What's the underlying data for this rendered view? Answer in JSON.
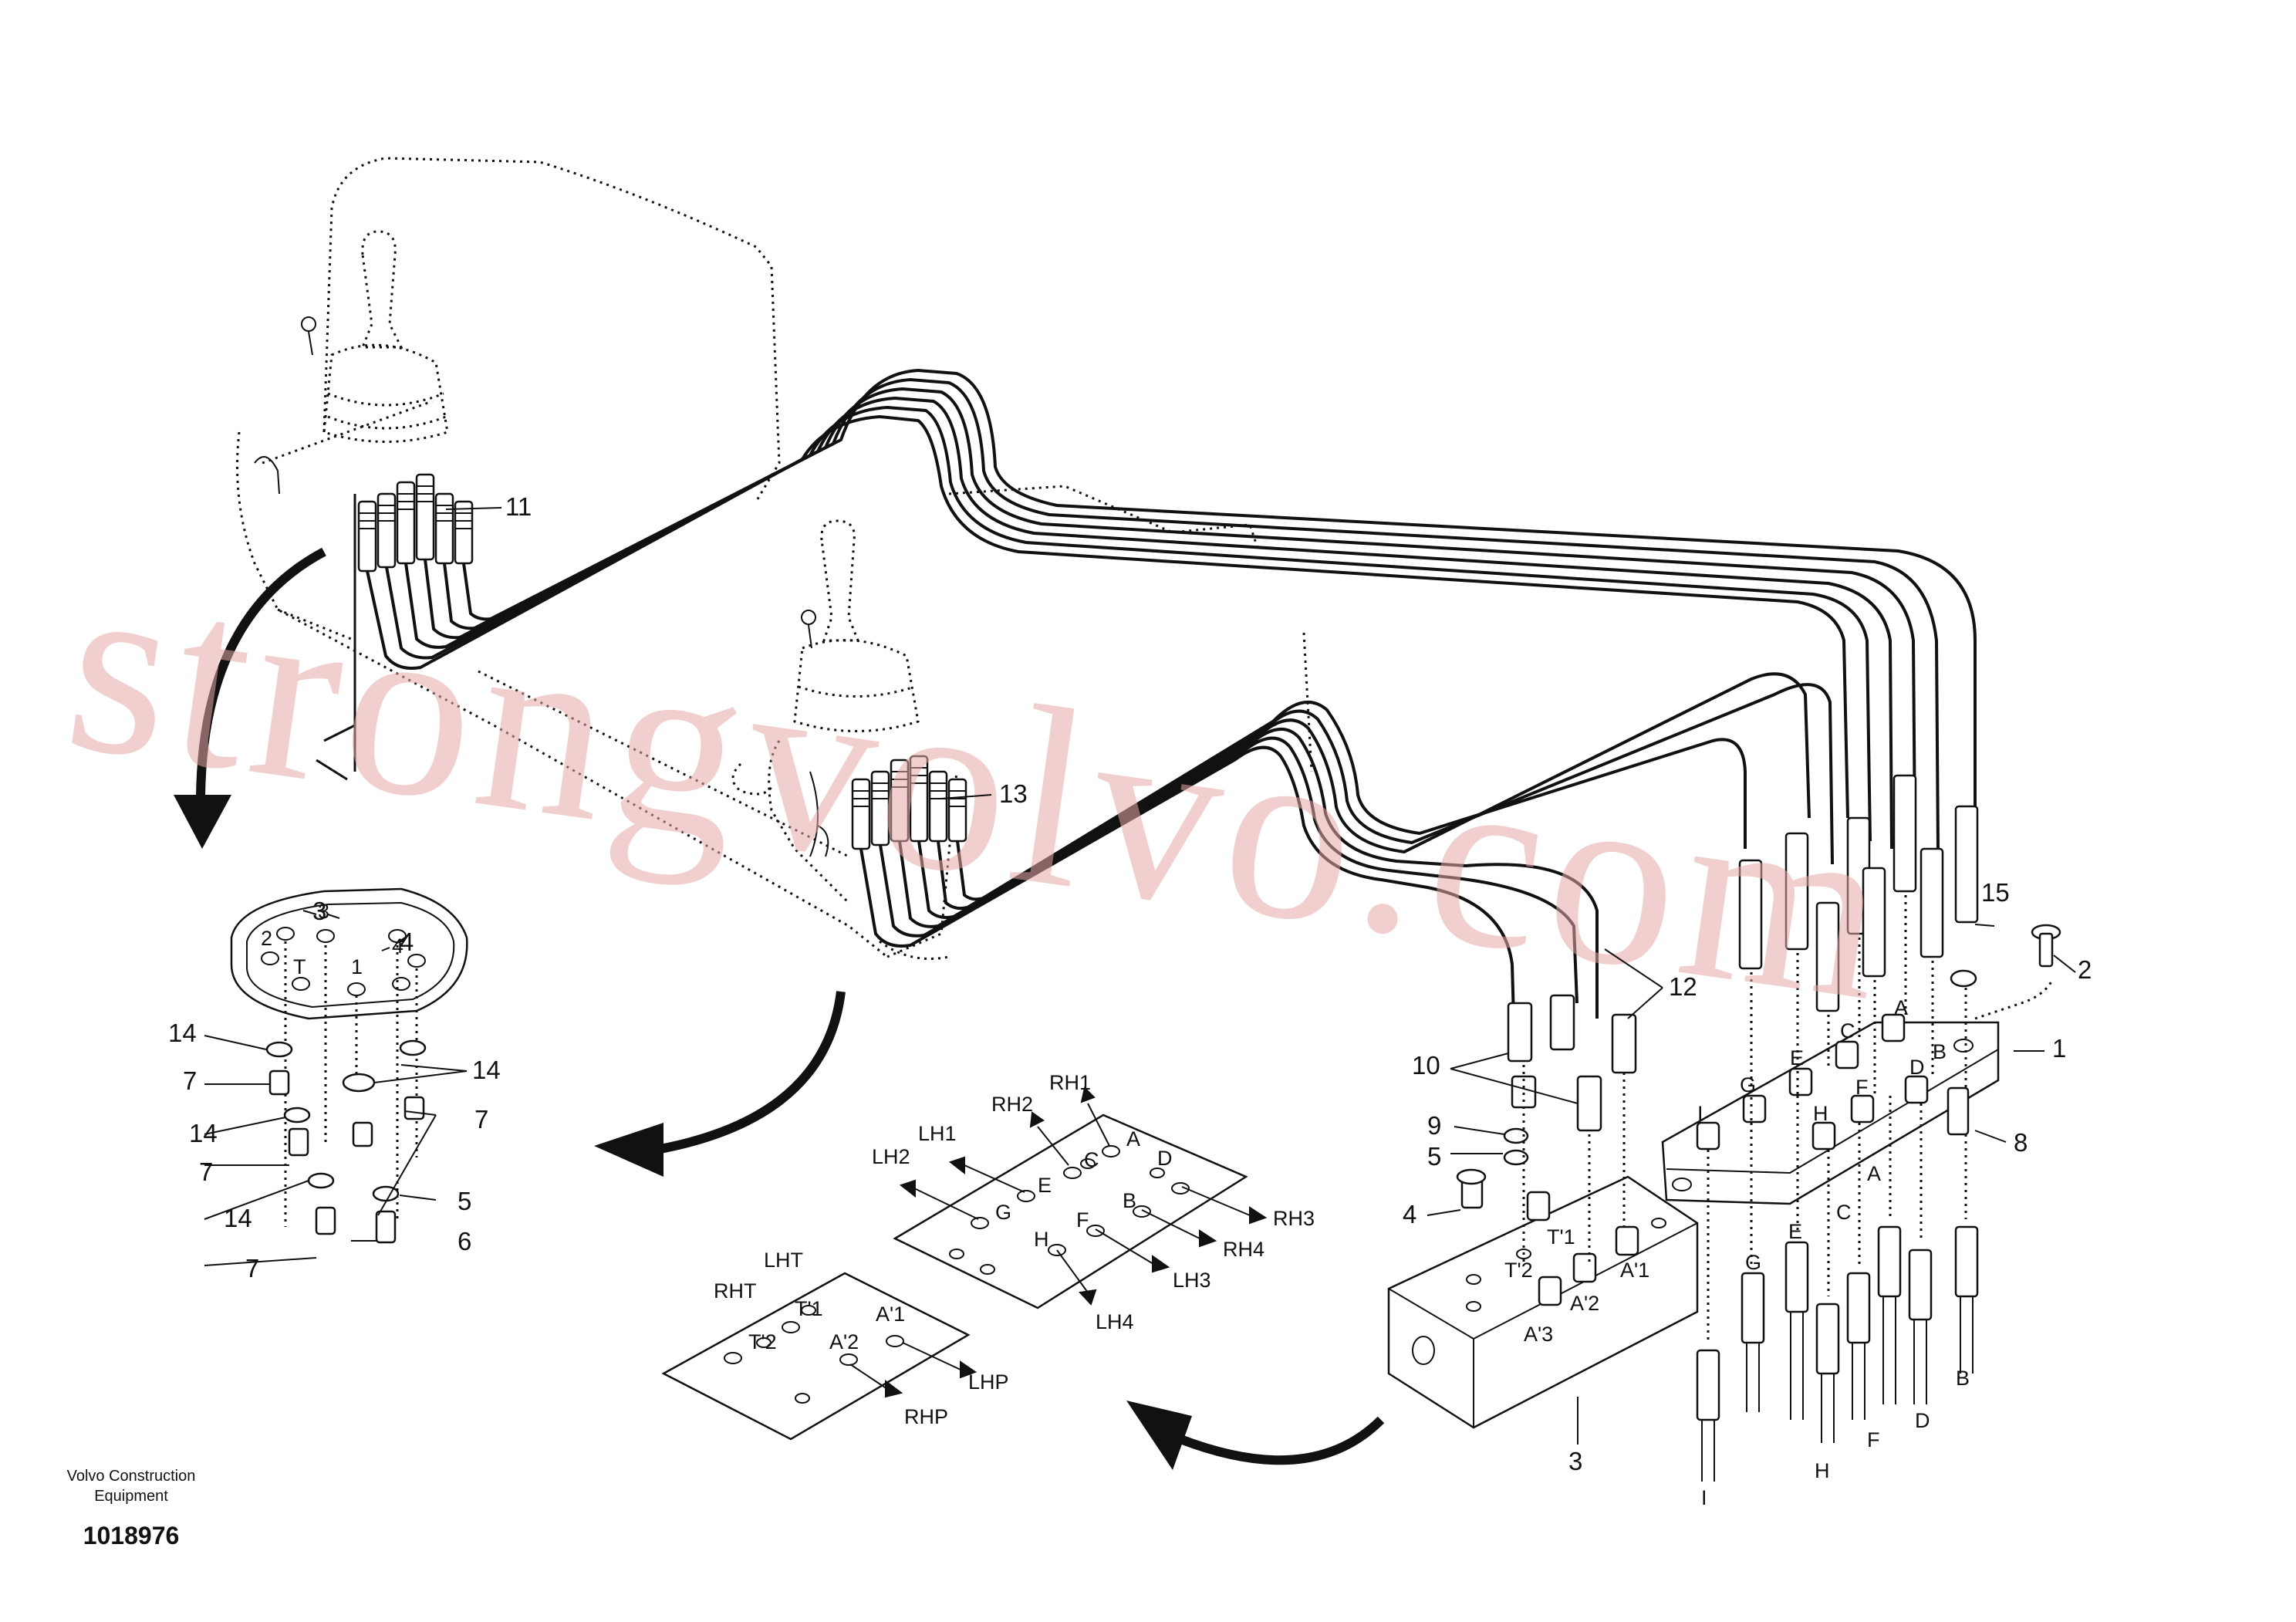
{
  "watermark": "strongvolvo.com",
  "footer": {
    "org_line1": "Volvo Construction",
    "org_line2": "Equipment",
    "part_number": "1018976"
  },
  "callouts": {
    "c1": "1",
    "c2": "2",
    "c3a": "3",
    "c3b": "3",
    "c4a": "4",
    "c4b": "4",
    "c5a": "5",
    "c5b": "5",
    "c6": "6",
    "c7a": "7",
    "c7b": "7",
    "c7c": "7",
    "c7d": "7",
    "c7e": "7",
    "c8": "8",
    "c9": "9",
    "c10": "10",
    "c11": "11",
    "c12": "12",
    "c13": "13",
    "c14a": "14",
    "c14b": "14",
    "c14c": "14",
    "c14d": "14",
    "c15": "15"
  },
  "round_plate": {
    "p2": "2",
    "p3": "3",
    "p4": "4",
    "pT": "T",
    "p1": "1"
  },
  "manifold_ports": {
    "t1": "T'1",
    "t2": "T'2",
    "a1": "A'1",
    "a2": "A'2",
    "a3": "A'3"
  },
  "valve_ports": {
    "a": "A",
    "b": "B",
    "c": "C",
    "d": "D",
    "e": "E",
    "f": "F",
    "g": "G",
    "h": "H",
    "i": "I"
  },
  "hose_ends": {
    "a": "A",
    "b": "B",
    "c": "C",
    "d": "D",
    "e": "E",
    "f": "F",
    "g": "G",
    "h": "H",
    "i": "I"
  },
  "plate_a_ports": {
    "a": "A",
    "b": "B",
    "c": "C",
    "d": "D",
    "e": "E",
    "f": "F",
    "g": "G",
    "h": "H"
  },
  "plate_a_lines": {
    "rh1": "RH1",
    "rh2": "RH2",
    "rh3": "RH3",
    "rh4": "RH4",
    "lh1": "LH1",
    "lh2": "LH2",
    "lh3": "LH3",
    "lh4": "LH4"
  },
  "plate_b_ports": {
    "t1": "T'1",
    "t2": "T'2",
    "a1": "A'1",
    "a2": "A'2"
  },
  "plate_b_lines": {
    "rht": "RHT",
    "lht": "LHT",
    "lhp": "LHP",
    "rhp": "RHP"
  }
}
